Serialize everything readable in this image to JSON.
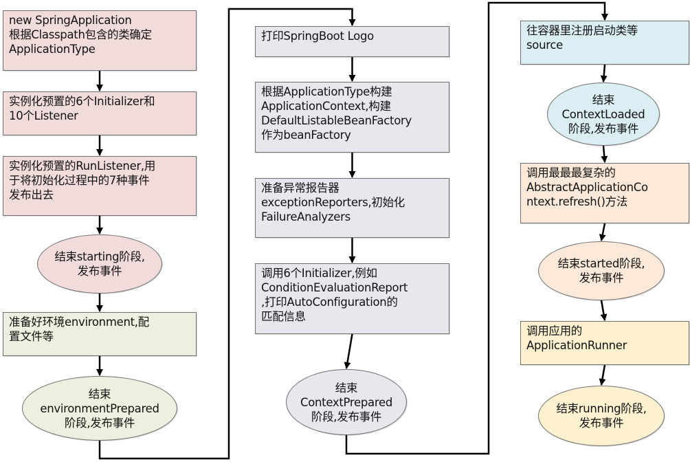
{
  "diagram": {
    "title": "SpringApplication 启动流程",
    "colors": {
      "pink": "#f2dcdb",
      "green": "#ebf1de",
      "gray": "#e8e7ee",
      "blue": "#dbeef4",
      "peach": "#fde9d9",
      "yellow": "#fdf1d0",
      "line": "#000000",
      "border": "#6e6e6e"
    },
    "columns": [
      {
        "nodes": [
          {
            "id": "c1n1",
            "shape": "box",
            "color": "pink",
            "text": "new SpringApplication\n根据Classpath包含的类确定\nApplicationType"
          },
          {
            "id": "c1n2",
            "shape": "box",
            "color": "pink",
            "text": "实例化预置的6个Initializer和\n10个Listener"
          },
          {
            "id": "c1n3",
            "shape": "box",
            "color": "pink",
            "text": "实例化预置的RunListener,用\n于将初始化过程中的7种事件\n发布出去"
          },
          {
            "id": "c1n4",
            "shape": "ellipse",
            "color": "pink",
            "text": "结束starting阶段,\n发布事件"
          },
          {
            "id": "c1n5",
            "shape": "box",
            "color": "green",
            "text": "准备好环境environment,配\n置文件等"
          },
          {
            "id": "c1n6",
            "shape": "ellipse",
            "color": "green",
            "text": "结束\nenvironmentPrepared\n阶段,发布事件"
          }
        ]
      },
      {
        "nodes": [
          {
            "id": "c2n1",
            "shape": "box",
            "color": "gray",
            "text": "打印SpringBoot Logo"
          },
          {
            "id": "c2n2",
            "shape": "box",
            "color": "gray",
            "text": "根据ApplicationType构建\nApplicationContext,构建\nDefaultListableBeanFactory\n作为beanFactory"
          },
          {
            "id": "c2n3",
            "shape": "box",
            "color": "gray",
            "text": "准备异常报告器\nexceptionReporters,初始化\nFailureAnalyzers"
          },
          {
            "id": "c2n4",
            "shape": "box",
            "color": "gray",
            "text": "调用6个Initializer,例如\nConditionEvaluationReport\n,打印AutoConfiguration的\n匹配信息"
          },
          {
            "id": "c2n5",
            "shape": "ellipse",
            "color": "gray",
            "text": "结束\nContextPrepared\n阶段,发布事件"
          }
        ]
      },
      {
        "nodes": [
          {
            "id": "c3n1",
            "shape": "box",
            "color": "blue",
            "text": "往容器里注册启动类等\nsource"
          },
          {
            "id": "c3n2",
            "shape": "ellipse",
            "color": "blue",
            "text": "结束\nContextLoaded\n阶段,发布事件"
          },
          {
            "id": "c3n3",
            "shape": "box",
            "color": "peach",
            "text": "调用最最最复杂的\nAbstractApplicationCo\nntext.refresh()方法"
          },
          {
            "id": "c3n4",
            "shape": "ellipse",
            "color": "peach",
            "text": "结束started阶段,\n发布事件"
          },
          {
            "id": "c3n5",
            "shape": "box",
            "color": "yellow",
            "text": "调用应用的\nApplicationRunner"
          },
          {
            "id": "c3n6",
            "shape": "ellipse",
            "color": "yellow",
            "text": "结束running阶段,\n发布事件"
          }
        ]
      }
    ],
    "edges": [
      [
        "c1n1",
        "c1n2"
      ],
      [
        "c1n2",
        "c1n3"
      ],
      [
        "c1n3",
        "c1n4"
      ],
      [
        "c1n4",
        "c1n5"
      ],
      [
        "c1n5",
        "c1n6"
      ],
      [
        "c1n6",
        "c2n1"
      ],
      [
        "c2n1",
        "c2n2"
      ],
      [
        "c2n2",
        "c2n3"
      ],
      [
        "c2n3",
        "c2n4"
      ],
      [
        "c2n4",
        "c2n5"
      ],
      [
        "c2n5",
        "c3n1"
      ],
      [
        "c3n1",
        "c3n2"
      ],
      [
        "c3n2",
        "c3n3"
      ],
      [
        "c3n3",
        "c3n4"
      ],
      [
        "c3n4",
        "c3n5"
      ],
      [
        "c3n5",
        "c3n6"
      ]
    ]
  }
}
